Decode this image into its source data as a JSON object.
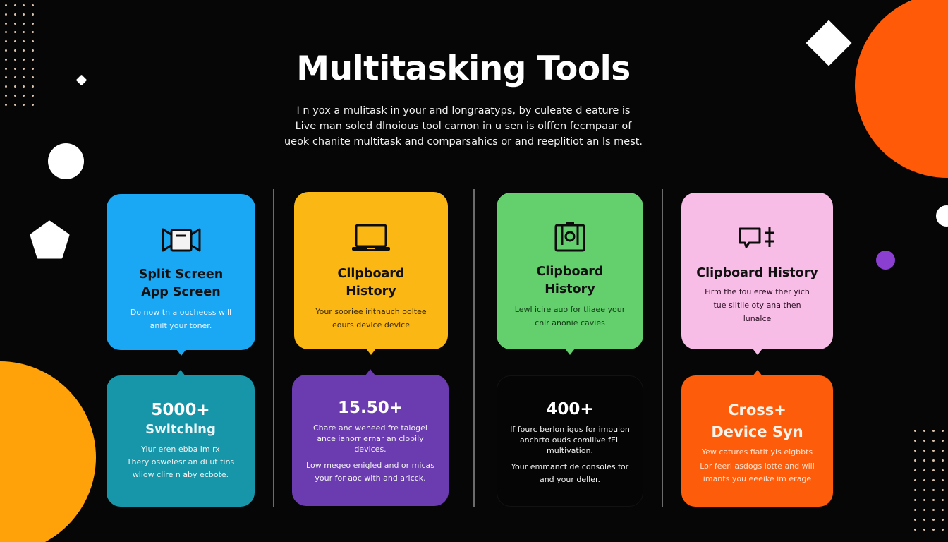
{
  "header": {
    "title": "Multitasking Tools",
    "subtitle_lines": [
      "I n yox a mulitask in your and longraatyps, by culeate d eature is",
      "Live man soled dlnoious tool camon in u sen is olffen fecmpaar of",
      "ueok chanite multitask and comparsahics or  and reeplitiot an ls mest."
    ]
  },
  "colors": {
    "background": "#060606",
    "blue": "#1aa7f3",
    "yellow": "#fbb714",
    "green": "#64cf6d",
    "pink": "#f8bde6",
    "teal": "#1796a9",
    "purple": "#6a3cb0",
    "black_card": "#050505",
    "orange": "#fd5d0b",
    "orange_circle": "#ff5a08",
    "amber_circle": "#ffa20a",
    "violet_dot": "#8a3fd1"
  },
  "top_cards": [
    {
      "icon": "split-screen-icon",
      "title_lines": [
        "Split Screen",
        "App Screen"
      ],
      "desc_lines": [
        "Do now tn a oucheoss will",
        "anilt your toner."
      ]
    },
    {
      "icon": "laptop-icon",
      "title_lines": [
        "Clipboard",
        "History"
      ],
      "desc_lines": [
        "Your sooriee iritnauch ooltee",
        "eours device device"
      ]
    },
    {
      "icon": "clipboard-camera-icon",
      "title_lines": [
        "Clipboard",
        "History"
      ],
      "desc_lines": [
        "Lewl icire auo for tliaee your",
        "cnlr anonie cavies"
      ]
    },
    {
      "icon": "chat-sync-icon",
      "title_lines": [
        "Clipboard History"
      ],
      "desc_lines": [
        "Firm the fou erew ther yich",
        "tue slitile oty ana then",
        "lunalce"
      ]
    }
  ],
  "bottom_cards": [
    {
      "stat": "5000+",
      "stat_sub": "Switching",
      "text_lines": [
        "Yiur eren ebba lm rx",
        "Thery oswelesr an di ut tins",
        "wliow clire n aby ecbote."
      ]
    },
    {
      "stat": "15.50+",
      "text_lines": [
        "Chare anc weneed fre talogel",
        "ance ianorr ernar an clobily",
        "devices."
      ],
      "text2_lines": [
        "Low megeo enigled and or micas",
        "your for aoc with and aricck."
      ]
    },
    {
      "stat": "400+",
      "text_lines": [
        "If fourc berlon igus for imoulon",
        "anchrto ouds comilive fEL",
        "multivation."
      ],
      "text2_lines": [
        "Your emmanct de consoles for",
        "and your deller."
      ]
    },
    {
      "stat": "Cross+",
      "stat_sub": "Device Syn",
      "text_lines": [
        "Yew catures fiatit yis elgbbts",
        "Lor feerl asdogs lotte and will",
        "imants you eeeike im erage"
      ]
    }
  ]
}
